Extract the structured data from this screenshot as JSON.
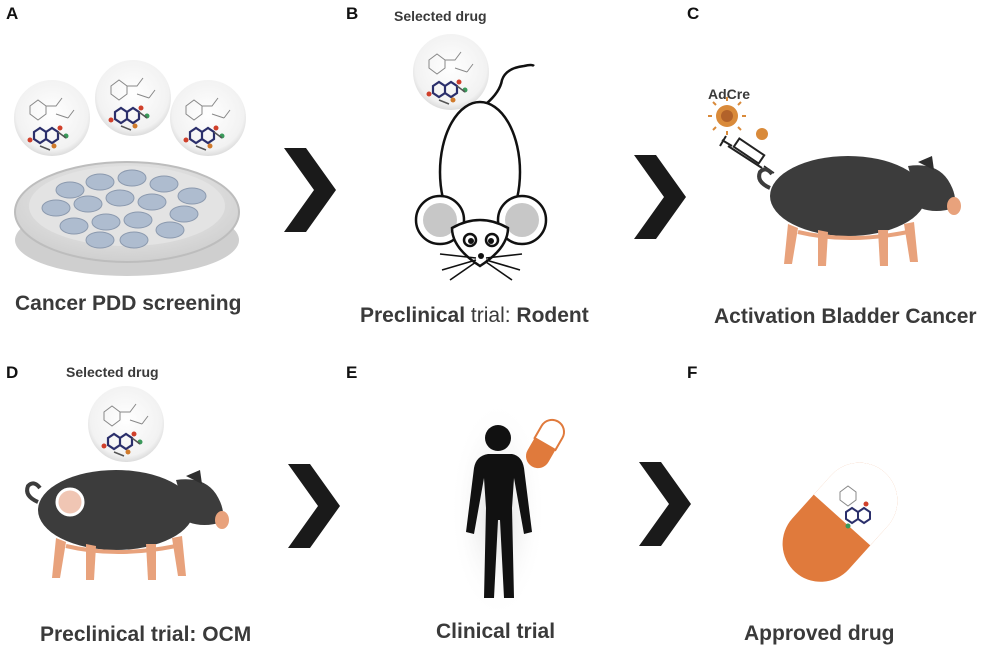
{
  "panels": [
    {
      "letter": "A",
      "caption": "Cancer PDD screening"
    },
    {
      "letter": "B",
      "caption_part1": "Preclinical",
      "caption_part2": " trial: ",
      "caption_part3": "Rodent",
      "label": "Selected drug"
    },
    {
      "letter": "C",
      "caption": "Activation Bladder Cancer",
      "label": "AdCre"
    },
    {
      "letter": "D",
      "caption": "Preclinical trial: OCM",
      "label": "Selected drug"
    },
    {
      "letter": "E",
      "caption": "Clinical trial"
    },
    {
      "letter": "F",
      "caption": "Approved drug"
    }
  ],
  "colors": {
    "arrow": "#1a1a1a",
    "pig_body": "#3a3a3a",
    "pig_skin": "#e8a27c",
    "capsule": "#e07a3c",
    "virus": "#d98a3a"
  },
  "icons": [
    "molecule-icon",
    "petri-dish-icon",
    "mouse-icon",
    "pig-icon",
    "syringe-icon",
    "virus-icon",
    "human-silhouette-icon",
    "capsule-icon",
    "chevron-arrow-icon"
  ]
}
